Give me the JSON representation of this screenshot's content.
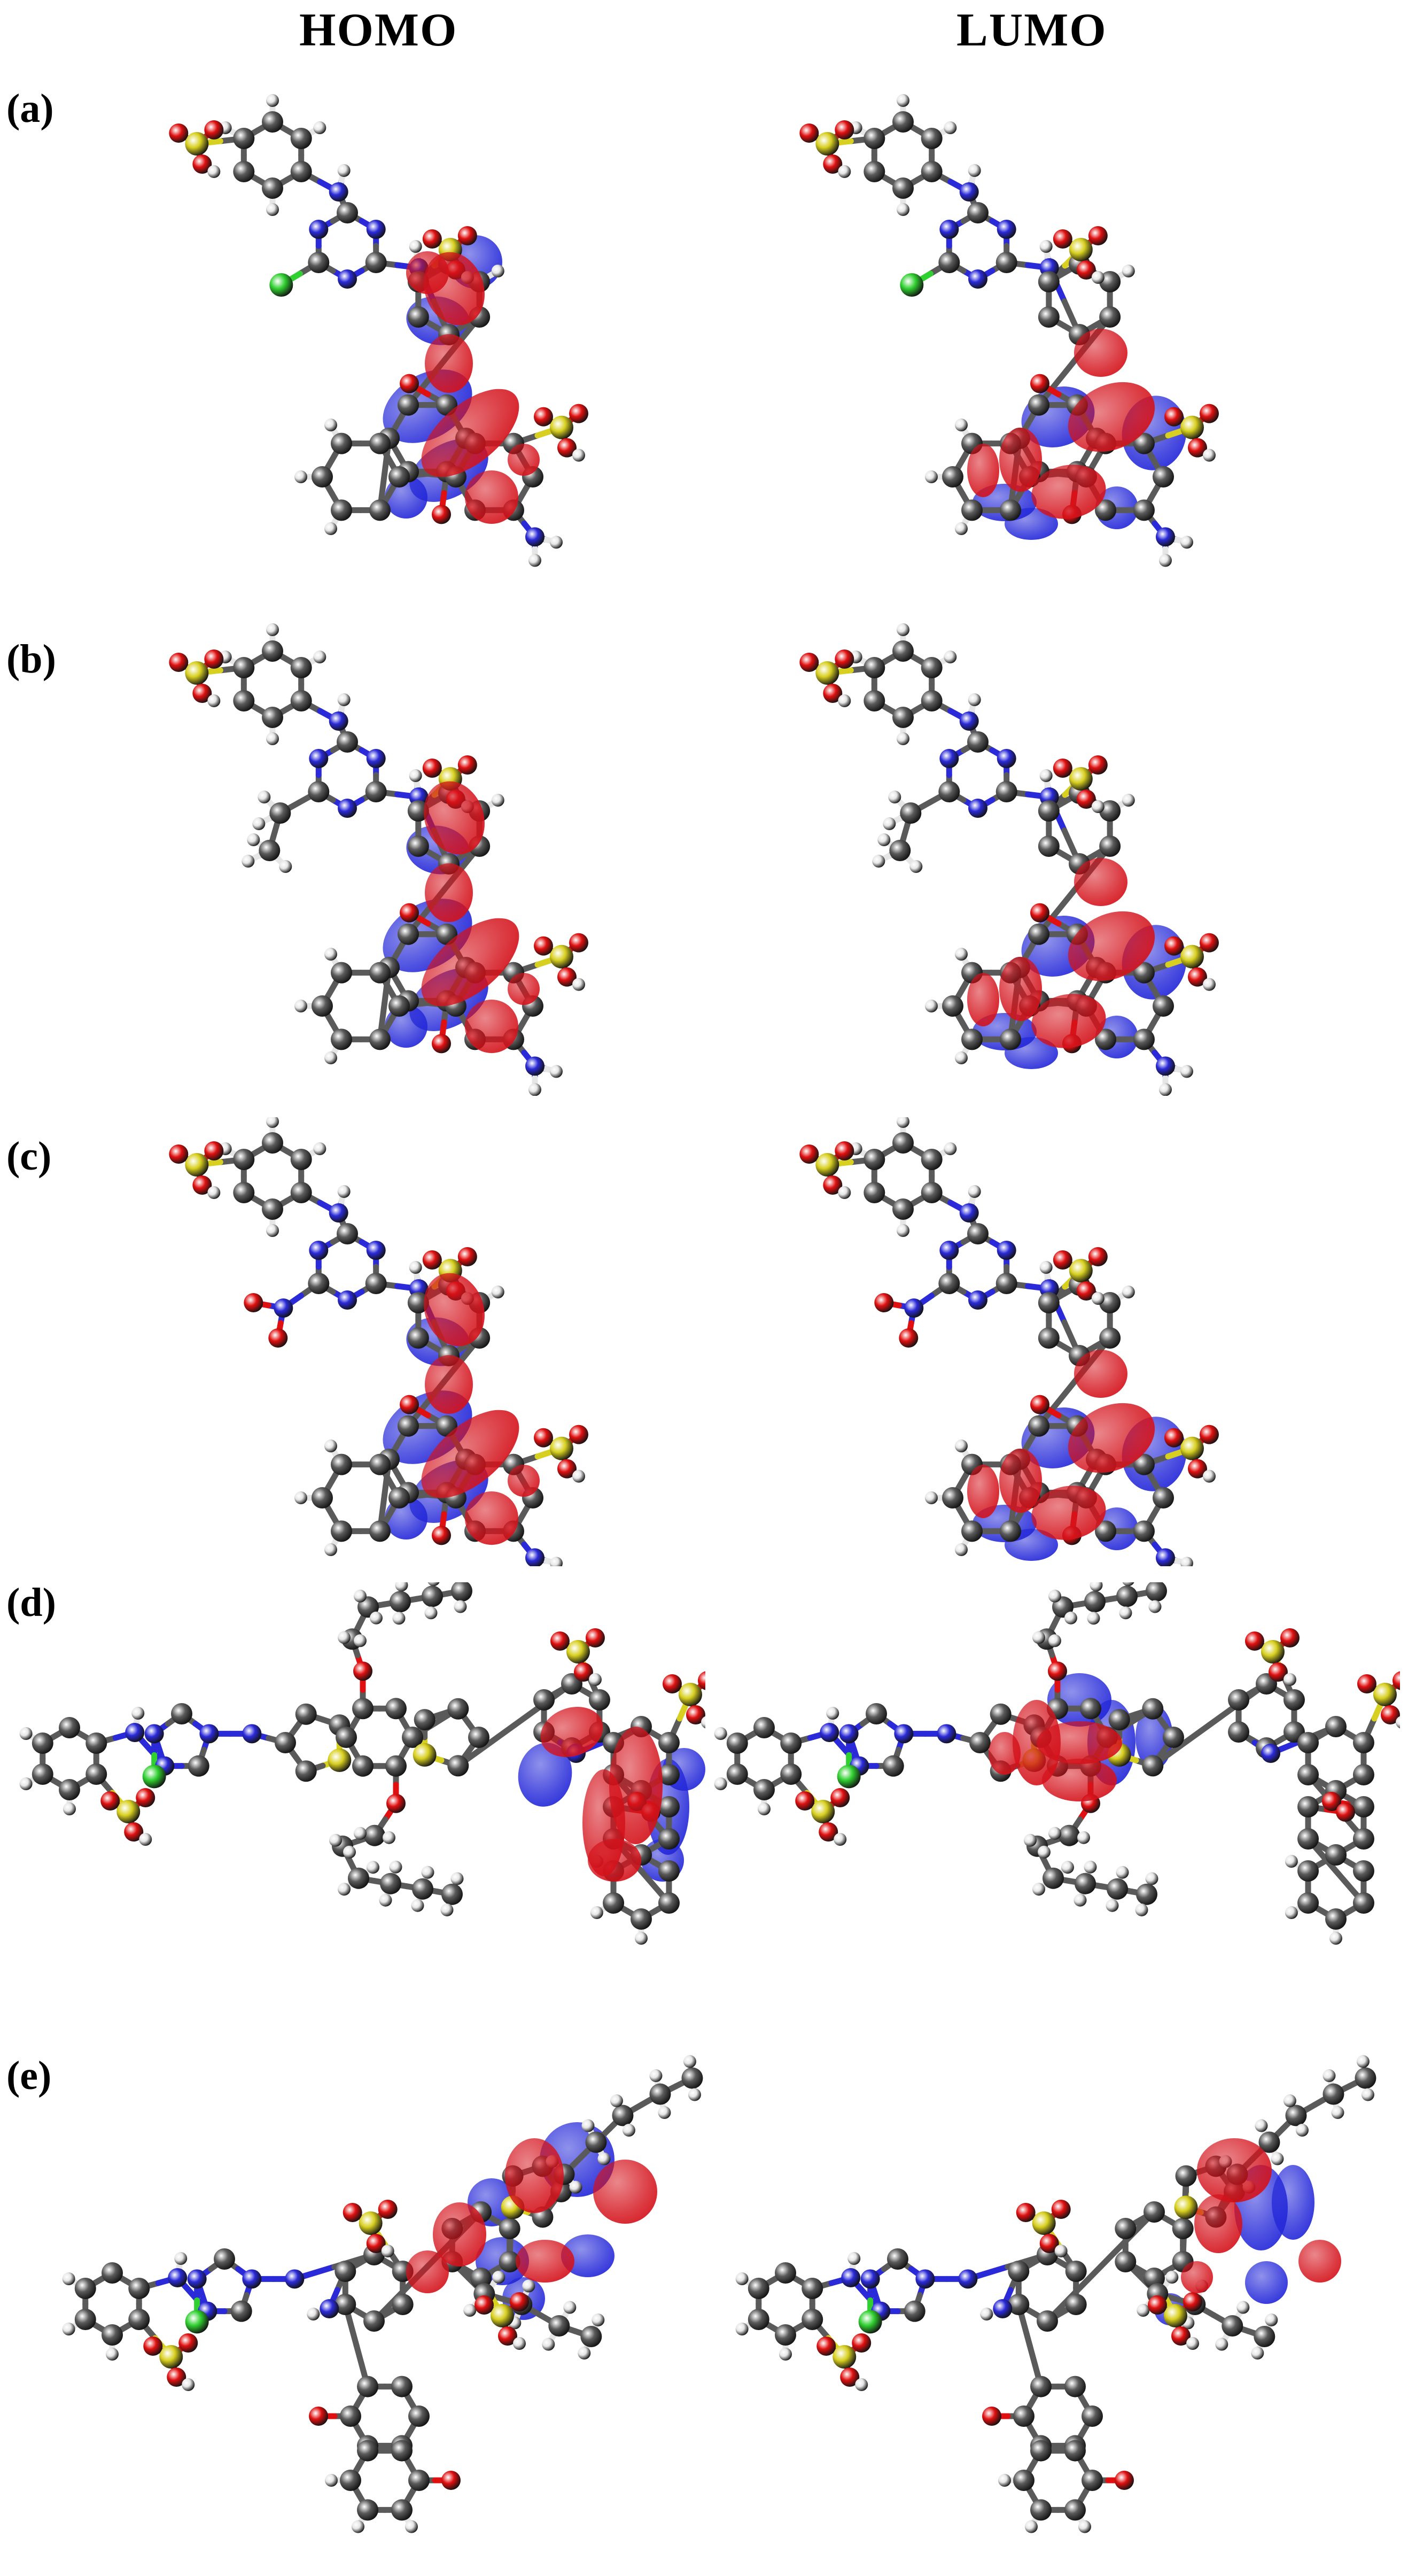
{
  "headers": {
    "left": "HOMO",
    "right": "LUMO"
  },
  "rows": [
    {
      "label": "(a)",
      "left_name": "molecule-a-homo",
      "right_name": "molecule-a-lumo"
    },
    {
      "label": "(b)",
      "left_name": "molecule-b-homo",
      "right_name": "molecule-b-lumo"
    },
    {
      "label": "(c)",
      "left_name": "molecule-c-homo",
      "right_name": "molecule-c-lumo"
    },
    {
      "label": "(d)",
      "left_name": "molecule-d-homo",
      "right_name": "molecule-d-lumo"
    },
    {
      "label": "(e)",
      "left_name": "molecule-e-homo",
      "right_name": "molecule-e-lumo"
    }
  ],
  "colors": {
    "orbital_positive": "#d4121b",
    "orbital_negative": "#2327d8",
    "carbon": "#5a5a5a",
    "hydrogen": "#e6e6e6",
    "nitrogen": "#2a2ad8",
    "oxygen": "#e01010",
    "sulfur": "#d8d020",
    "chlorine": "#30d030"
  }
}
